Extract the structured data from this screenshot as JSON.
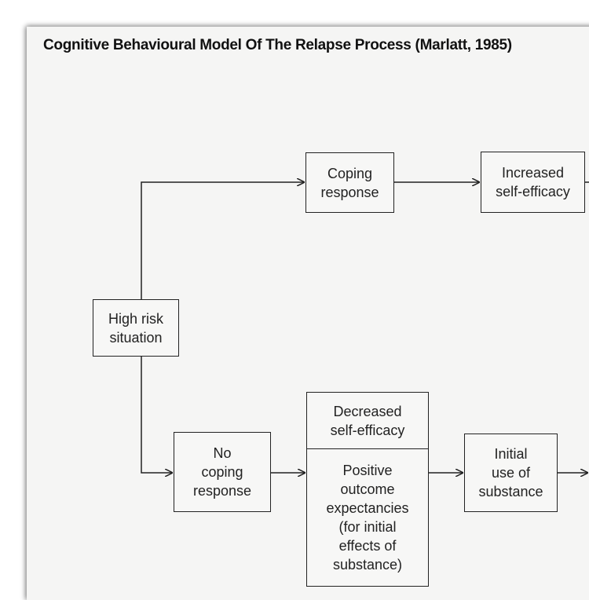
{
  "title": "Cognitive Behavioural Model Of The Relapse Process (Marlatt, 1985)",
  "nodes": {
    "high_risk": "High risk\nsituation",
    "coping": "Coping\nresponse",
    "increased_efficacy": "Increased\nself-efficacy",
    "no_coping": "No\ncoping\nresponse",
    "decreased_efficacy": "Decreased\nself-efficacy",
    "positive_expectancies": "Positive\noutcome\nexpectancies\n(for initial\neffects of\nsubstance)",
    "initial_use": "Initial\nuse of\nsubstance"
  },
  "colors": {
    "line": "#222222",
    "paper": "#f5f5f4"
  }
}
